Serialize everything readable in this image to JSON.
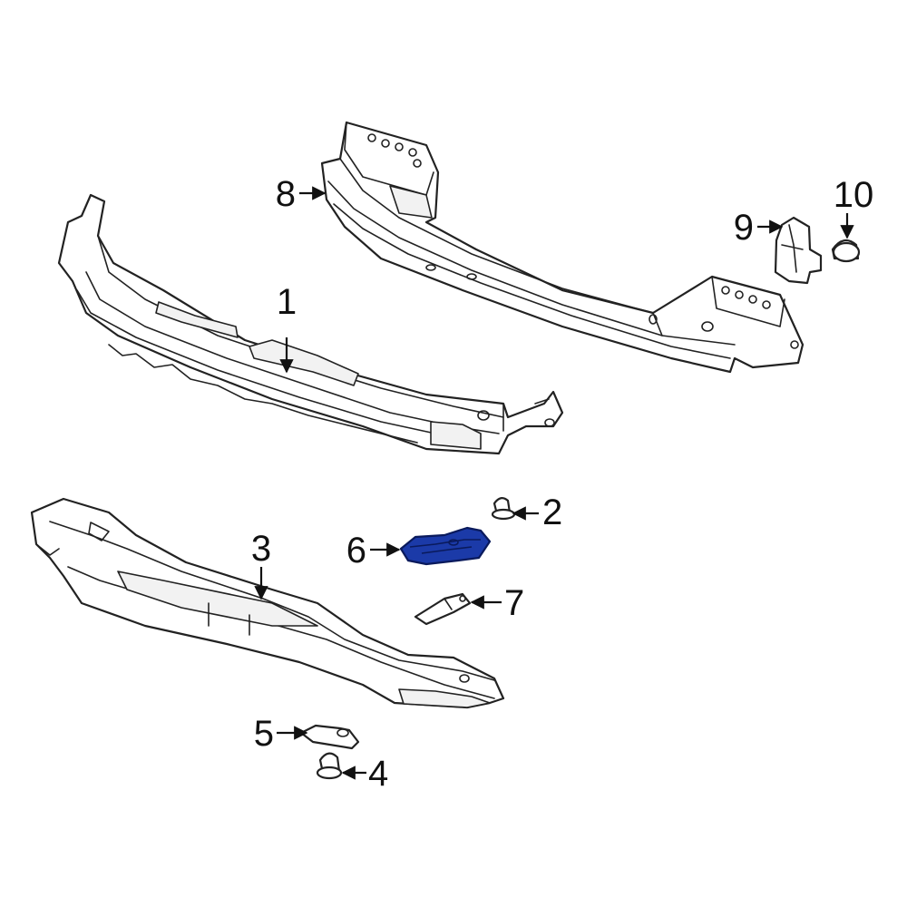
{
  "diagram": {
    "highlight_color": "#1b3aa8",
    "line_color": "#222222",
    "callouts": [
      {
        "id": "1",
        "label": "1"
      },
      {
        "id": "2",
        "label": "2"
      },
      {
        "id": "3",
        "label": "3"
      },
      {
        "id": "4",
        "label": "4"
      },
      {
        "id": "5",
        "label": "5"
      },
      {
        "id": "6",
        "label": "6",
        "highlighted": true
      },
      {
        "id": "7",
        "label": "7"
      },
      {
        "id": "8",
        "label": "8"
      },
      {
        "id": "9",
        "label": "9"
      },
      {
        "id": "10",
        "label": "10"
      }
    ]
  }
}
